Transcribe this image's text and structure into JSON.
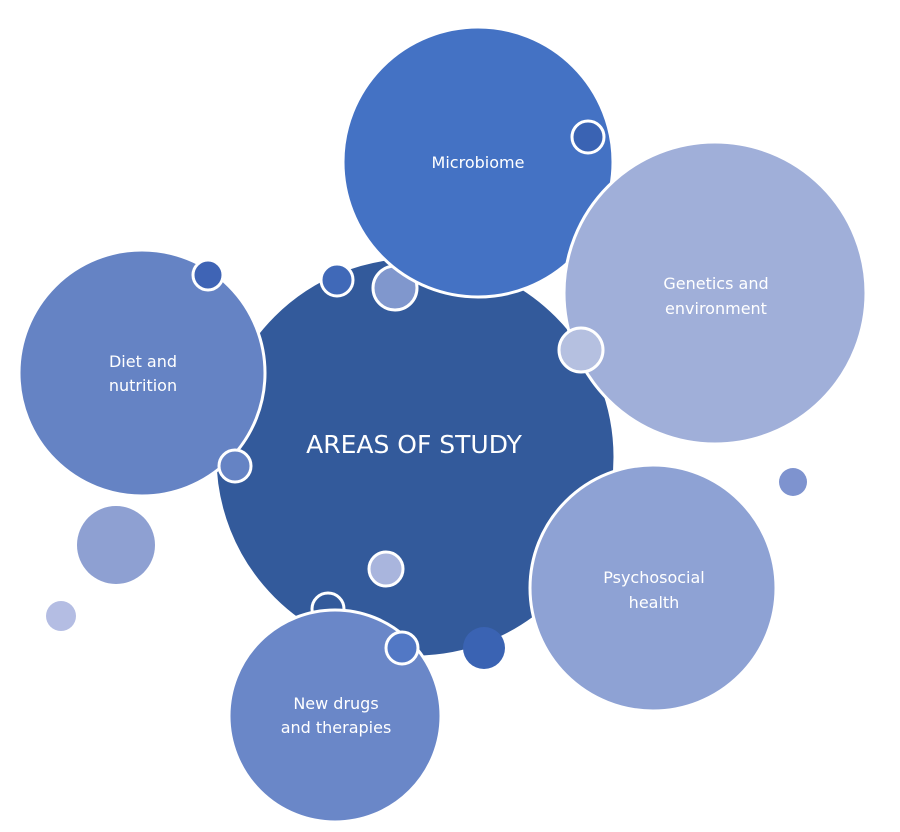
{
  "title": "AREAS OF STUDY",
  "topics": [
    {
      "id": "microbiome",
      "lines": [
        "Microbiome"
      ],
      "color": "#4472C4"
    },
    {
      "id": "genetics",
      "lines": [
        "Genetics and",
        "environment"
      ],
      "color": "#A0AFD9"
    },
    {
      "id": "diet",
      "lines": [
        "Diet and",
        "nutrition"
      ],
      "color": "#6583C4"
    },
    {
      "id": "psychosocial",
      "lines": [
        "Psychosocial",
        "health"
      ],
      "color": "#8EA2D4"
    },
    {
      "id": "drugs",
      "lines": [
        "New drugs",
        "and therapies"
      ],
      "color": "#6A87C8"
    }
  ],
  "colors": {
    "center": "#335A9B"
  }
}
